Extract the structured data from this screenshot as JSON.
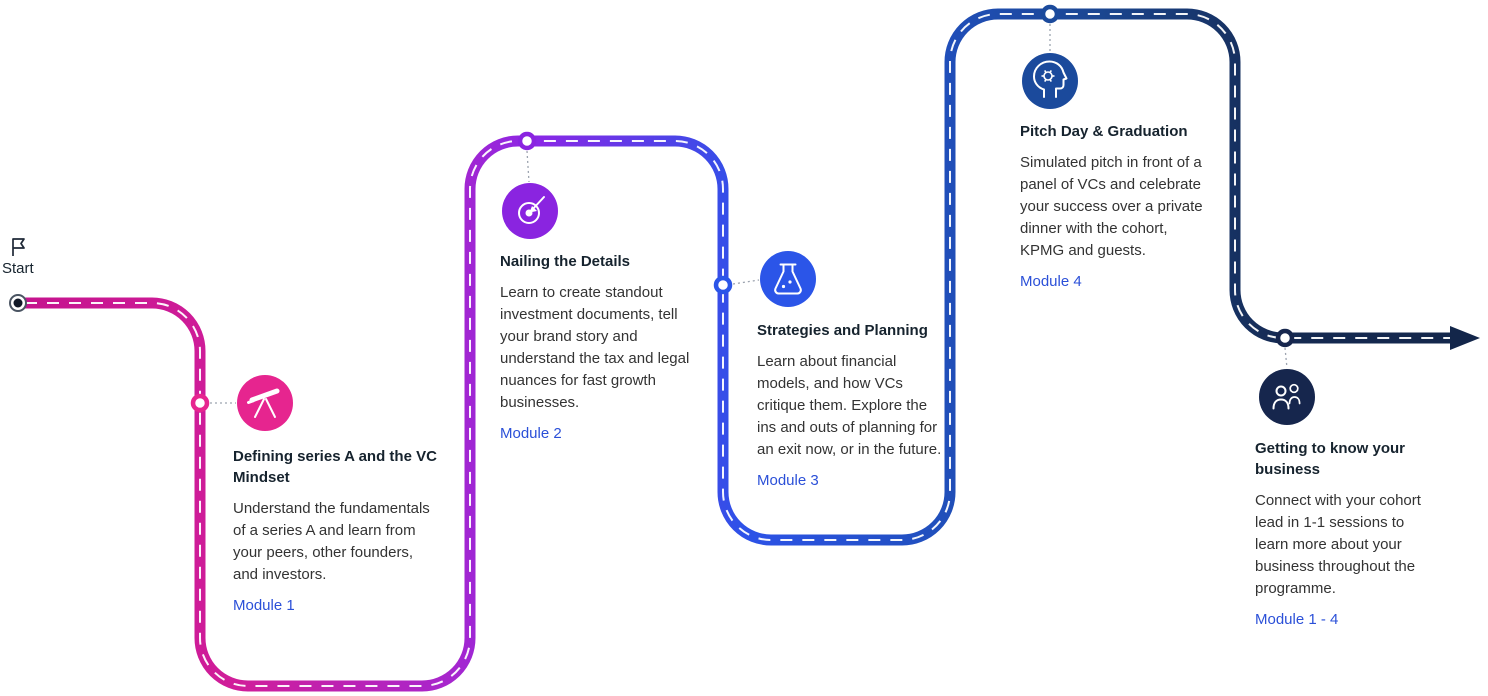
{
  "start": {
    "label": "Start"
  },
  "modules": [
    {
      "title": "Defining series A and the VC Mindset",
      "description": "Understand the fundamentals of a series A and learn from your peers, other founders, and investors.",
      "link": "Module 1",
      "color": "#e6258f",
      "icon": "telescope-icon"
    },
    {
      "title": "Nailing the Details",
      "description": "Learn to create standout investment documents, tell your brand story and understand the tax and legal nuances for fast growth businesses.",
      "link": "Module 2",
      "color": "#8a24e0",
      "icon": "target-arrow-icon"
    },
    {
      "title": "Strategies and Planning",
      "description": "Learn about financial models, and how VCs critique them. Explore the ins and outs of planning for an exit now, or in the future.",
      "link": "Module 3",
      "color": "#2b55e8",
      "icon": "flask-icon"
    },
    {
      "title": "Pitch Day & Graduation",
      "description": "Simulated pitch in front of a panel of VCs and celebrate your success over a private dinner with the cohort, KPMG and guests.",
      "link": "Module 4",
      "color": "#1b4a9c",
      "icon": "head-gear-icon"
    },
    {
      "title": "Getting to know your business",
      "description": "Connect with your cohort lead in 1-1 sessions to learn more about your business throughout the programme.",
      "link": "Module 1 - 4",
      "color": "#16264d",
      "icon": "people-icon"
    }
  ],
  "road": {
    "gradient": [
      "#c4128c",
      "#d01e9a",
      "#a826cc",
      "#8b27e6",
      "#2d52e8",
      "#2150c0",
      "#1b4690",
      "#152a52",
      "#13264a"
    ],
    "link_color": "#2b50d8",
    "connector_color": "#9ca3af"
  }
}
